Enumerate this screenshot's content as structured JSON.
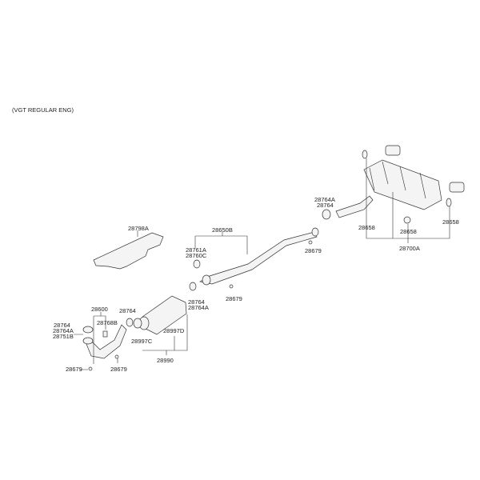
{
  "subtitle": "(VGT REGULAR ENG)",
  "labels": {
    "heat_protector": "28798A",
    "center_pipe": "28650B",
    "hanger_a": "28761A",
    "hanger_c": "28760C",
    "bolt_center": "28679",
    "gasket_mid_1": "28764",
    "gasket_mid_2": "28764A",
    "front_pipe": "28600",
    "gasket_front": "28764",
    "bracket": "28768B",
    "gasket_left_1": "28764",
    "gasket_left_2": "28764A",
    "gasket_left_3": "28751B",
    "cat_clip_d": "28997D",
    "cat_clip_c": "28997C",
    "catalytic_converter": "28990",
    "bolt_left_1": "28679",
    "bolt_left_2": "28679",
    "gasket_rear_1": "28764A",
    "gasket_rear_2": "28764",
    "bolt_rear": "28679",
    "hanger_rear_1": "28658",
    "hanger_rear_2": "28658",
    "hanger_rear_3": "28658",
    "muffler": "28700A"
  }
}
